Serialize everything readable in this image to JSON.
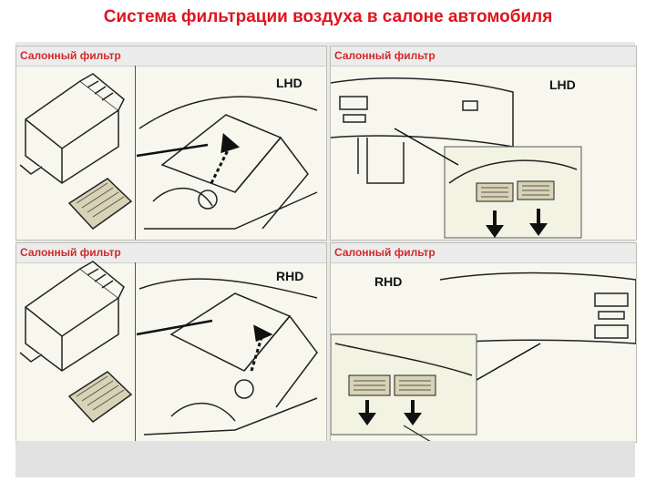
{
  "slide": {
    "title": "Система фильтрации воздуха в салоне автомобиля"
  },
  "panels": [
    {
      "label": "Салонный фильтр",
      "tag": "LHD"
    },
    {
      "label": "Салонный фильтр",
      "tag": "LHD"
    },
    {
      "label": "Салонный фильтр",
      "tag": "RHD"
    },
    {
      "label": "Салонный фильтр",
      "tag": "RHD"
    }
  ],
  "colors": {
    "title": "#e0141e",
    "panel_label": "#d22a2a",
    "panel_bg": "#f7f7ee",
    "frame_bg": "#e9e9e9"
  }
}
